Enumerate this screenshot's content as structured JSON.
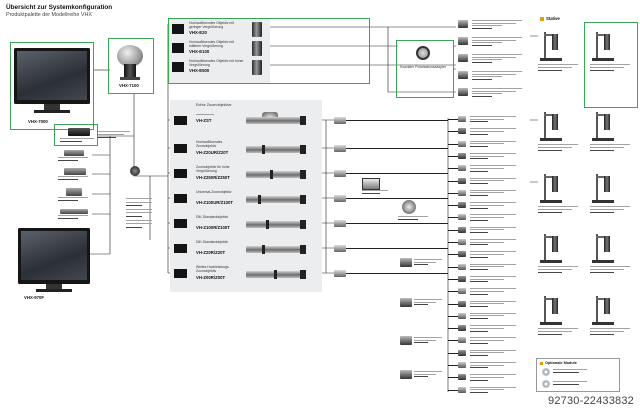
{
  "colors": {
    "highlight": "#3aa655",
    "panel": "#ecedee",
    "bullet": "#e0a100"
  },
  "header": {
    "title": "Übersicht zur Systemkonfiguration",
    "subtitle": "Produktpalette der Modellreihe VHX"
  },
  "left": {
    "main_monitor_label": "VHX-7000",
    "sub_monitor_label": "VHX-970F"
  },
  "center": {
    "head_unit_label": "VHX-7100"
  },
  "hires": {
    "items": [
      {
        "desc": "Hochauflösendes Objektiv mit geringer Vergrößerung",
        "model": "VHX-E20"
      },
      {
        "desc": "Hochauflösendes Objektiv mit mittlerer Vergrößerung",
        "model": "VHX-E100"
      },
      {
        "desc": "Hochauflösendes Objektiv mit hoher Vergrößerung",
        "model": "VHX-E500"
      }
    ]
  },
  "zoom": {
    "title": "Echte Zoomobjektive",
    "items": [
      {
        "model": "VH-ZST"
      },
      {
        "desc": "Hochauflösendes Zoomobjektiv",
        "model": "VH-Z20UR/Z20T"
      },
      {
        "desc": "Zoomobjektiv für hohe Vergrößerung",
        "model": "VH-Z250R/Z250T"
      },
      {
        "desc": "Universal-Zoomobjektiv",
        "model": "VH-Z100UR/Z100T"
      },
      {
        "desc": "DIK-Standardobjektiv",
        "model": "VH-Z100R/Z100T"
      },
      {
        "desc": "DIK-Standardobjektiv",
        "model": "VH-Z20R/Z20T"
      },
      {
        "desc": "Weites Hochleistungs-Zoomobjektiv",
        "model": "VH-Z00R/Z00T"
      }
    ]
  },
  "polarizer": {
    "label": "Koaxialer Polarisationsadapter"
  },
  "stands": {
    "title": "Stative"
  },
  "options": {
    "title": "Optionale Module"
  },
  "watermark": "92730-22433832"
}
